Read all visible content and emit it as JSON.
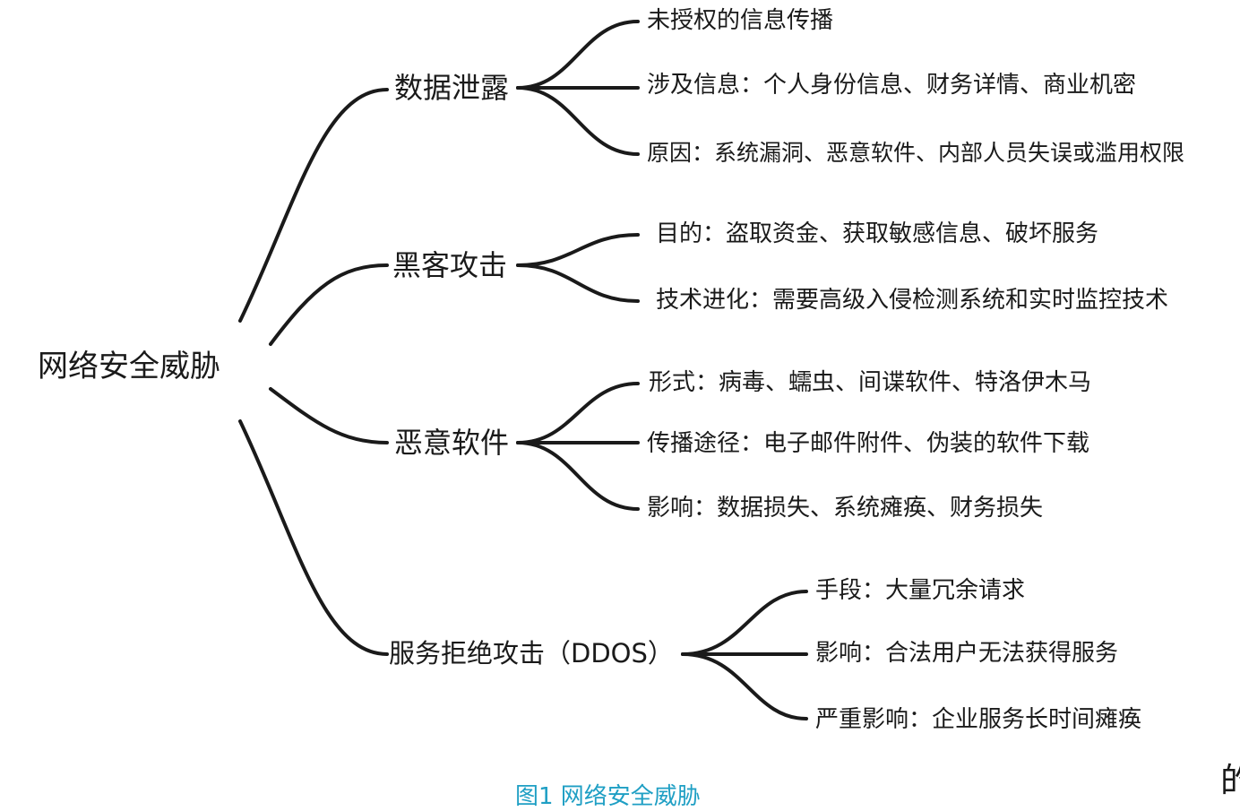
{
  "root": {
    "label": "网络安全威胁"
  },
  "branches": [
    {
      "label": "数据泄露",
      "leaves": [
        "未授权的信息传播",
        "涉及信息：个人身份信息、财务详情、商业机密",
        "原因：系统漏洞、恶意软件、内部人员失误或滥用权限"
      ]
    },
    {
      "label": "黑客攻击",
      "leaves": [
        "目的：盗取资金、获取敏感信息、破坏服务",
        "技术进化：需要高级入侵检测系统和实时监控技术"
      ]
    },
    {
      "label": "恶意软件",
      "leaves": [
        "形式：病毒、蠕虫、间谍软件、特洛伊木马",
        "传播途径：电子邮件附件、伪装的软件下载",
        "影响：数据损失、系统瘫痪、财务损失"
      ]
    },
    {
      "label": "服务拒绝攻击（DDOS）",
      "leaves": [
        "手段：大量冗余请求",
        "影响：合法用户无法获得服务",
        "严重影响：企业服务长时间瘫痪"
      ]
    }
  ],
  "caption": "图1 网络安全威胁",
  "corner_glyph": "的",
  "colors": {
    "line": "#1a1a1a",
    "text": "#1a1a1a",
    "caption": "#1f9fc4"
  }
}
